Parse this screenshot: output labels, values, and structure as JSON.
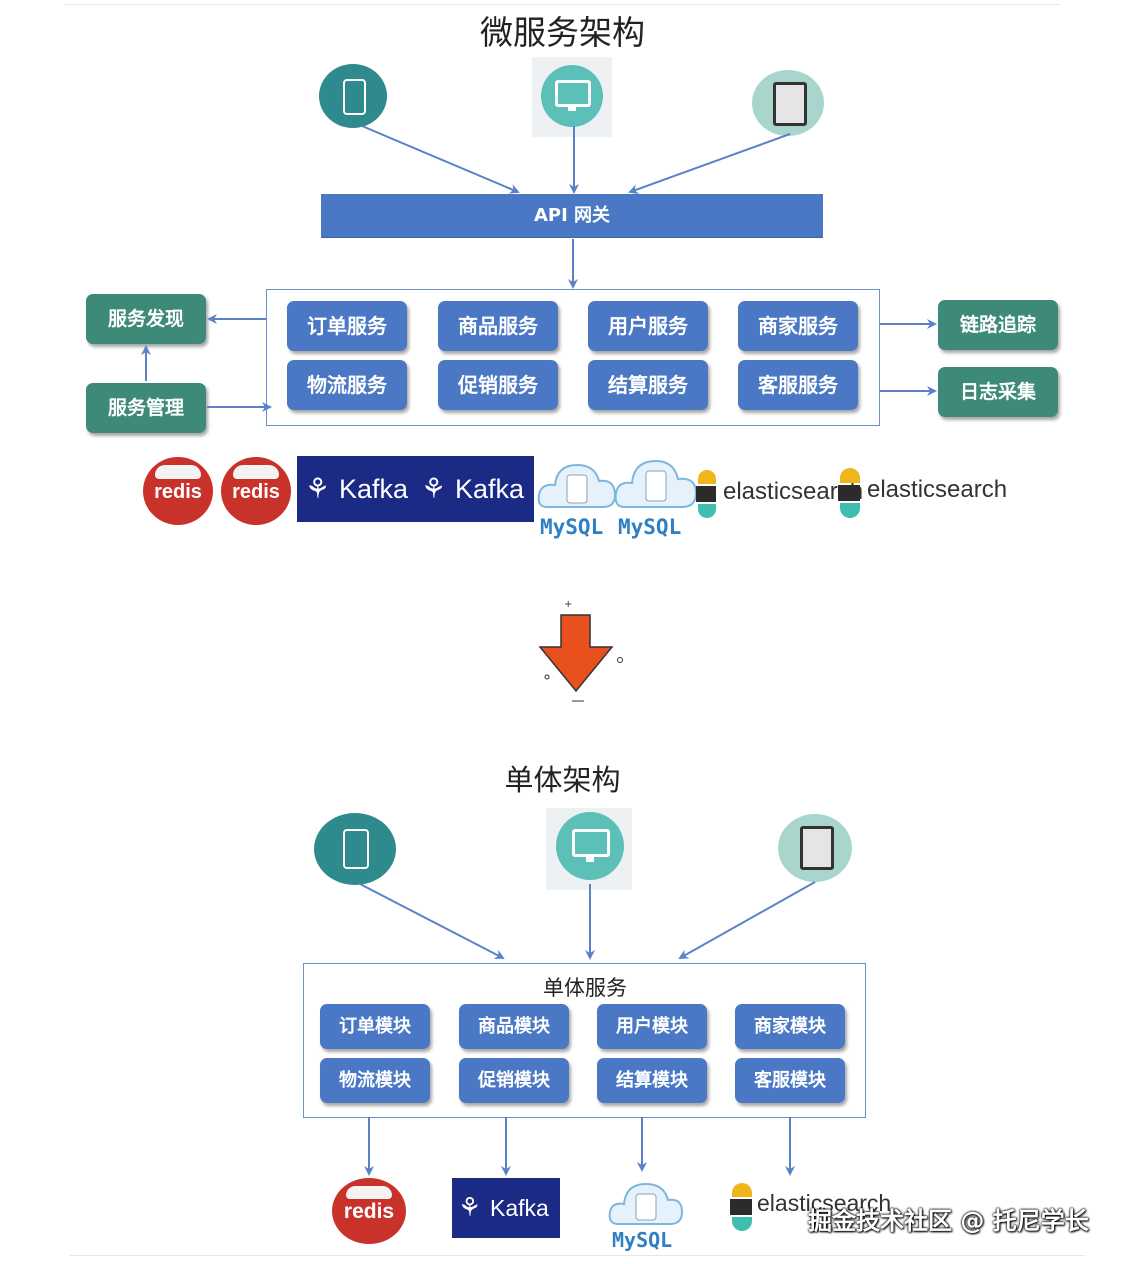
{
  "top": {
    "title": "微服务架构",
    "gateway": "API 网关",
    "services": [
      "订单服务",
      "商品服务",
      "用户服务",
      "商家服务",
      "物流服务",
      "促销服务",
      "结算服务",
      "客服服务"
    ],
    "left": {
      "discovery": "服务发现",
      "management": "服务管理"
    },
    "right": {
      "tracing": "链路追踪",
      "logging": "日志采集"
    }
  },
  "bottom": {
    "title": "单体架构",
    "service_head": "单体服务",
    "modules": [
      "订单模块",
      "商品模块",
      "用户模块",
      "商家模块",
      "物流模块",
      "促销模块",
      "结算模块",
      "客服模块"
    ]
  },
  "logos": {
    "redis": "redis",
    "kafka": "Kafka",
    "mysql": "MySQL",
    "elasticsearch": "elasticsearch"
  },
  "watermark": "掘金技术社区 @ 托尼学长",
  "colors": {
    "service_blue": "#4a78c5",
    "green": "#3e8a78",
    "arrow_blue": "#5b82c8",
    "redis_red": "#c9322a",
    "kafka_navy": "#1b2a85",
    "down_arrow": "#e8501e"
  },
  "icons": [
    "phone-icon",
    "monitor-icon",
    "tablet-icon",
    "redis-logo-icon",
    "kafka-logo-icon",
    "mysql-cloud-icon",
    "elasticsearch-logo-icon",
    "down-arrow-icon"
  ]
}
